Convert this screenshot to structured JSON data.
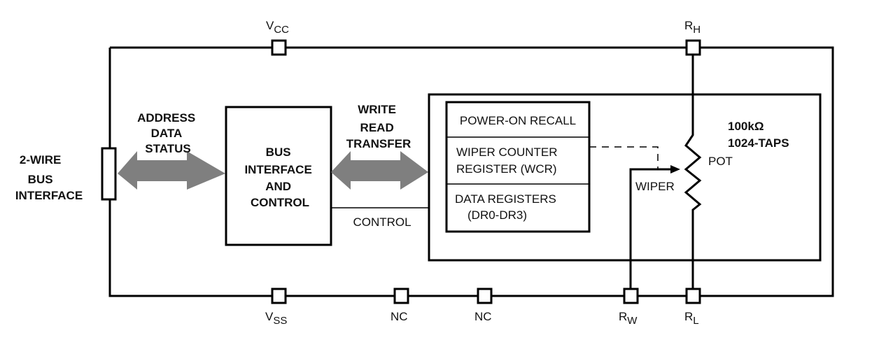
{
  "pins": {
    "vcc": {
      "main": "V",
      "sub": "CC"
    },
    "rh": {
      "main": "R",
      "sub": "H"
    },
    "vss": {
      "main": "V",
      "sub": "SS"
    },
    "nc1": "NC",
    "nc2": "NC",
    "rw": {
      "main": "R",
      "sub": "W"
    },
    "rl": {
      "main": "R",
      "sub": "L"
    }
  },
  "bus_interface_label": [
    "2-WIRE",
    "BUS",
    "INTERFACE"
  ],
  "arrow_left_label": [
    "ADDRESS",
    "DATA",
    "STATUS"
  ],
  "bus_block": [
    "BUS",
    "INTERFACE",
    "AND",
    "CONTROL"
  ],
  "arrow_right_label": [
    "WRITE",
    "READ",
    "TRANSFER"
  ],
  "control_label": "CONTROL",
  "registers": {
    "power_on": "POWER-ON RECALL",
    "wcr": [
      "WIPER COUNTER",
      "REGISTER (WCR)"
    ],
    "data": [
      "DATA REGISTERS",
      "(DR0-DR3)"
    ]
  },
  "pot": {
    "resistance": "100kΩ",
    "taps": "1024-TAPS",
    "label": "POT",
    "wiper": "WIPER"
  },
  "colors": {
    "arrow": "#7f7f7f",
    "line": "#000000"
  }
}
